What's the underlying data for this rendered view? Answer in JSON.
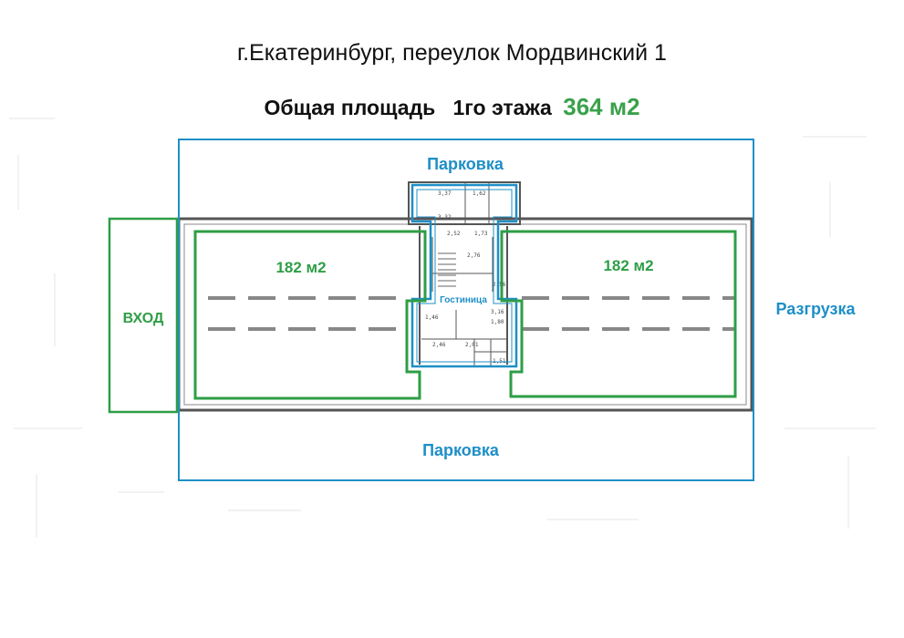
{
  "header": {
    "address": "г.Екатеринбург, переулок Мордвинский 1",
    "area_label": "Общая площадь   1го этажа",
    "area_value": "364 м2"
  },
  "zones": {
    "parking_top": "Парковка",
    "parking_bottom": "Парковка",
    "unloading": "Разгрузка",
    "entrance": "ВХОД",
    "hotel": "Гостиница",
    "left_hall_area": "182 м2",
    "right_hall_area": "182 м2"
  },
  "plan_marks": [
    "3,37",
    "1,62",
    "3,32",
    "2,52",
    "1,73",
    "2,76",
    "2,56",
    "1,46",
    "3,16",
    "1,80",
    "2,46",
    "2,01",
    "1,51"
  ],
  "colors": {
    "parking_outline": "#1e8fc7",
    "hall_outline": "#2e9e46",
    "title_accent": "#3aa14b",
    "wall": "#555555"
  }
}
